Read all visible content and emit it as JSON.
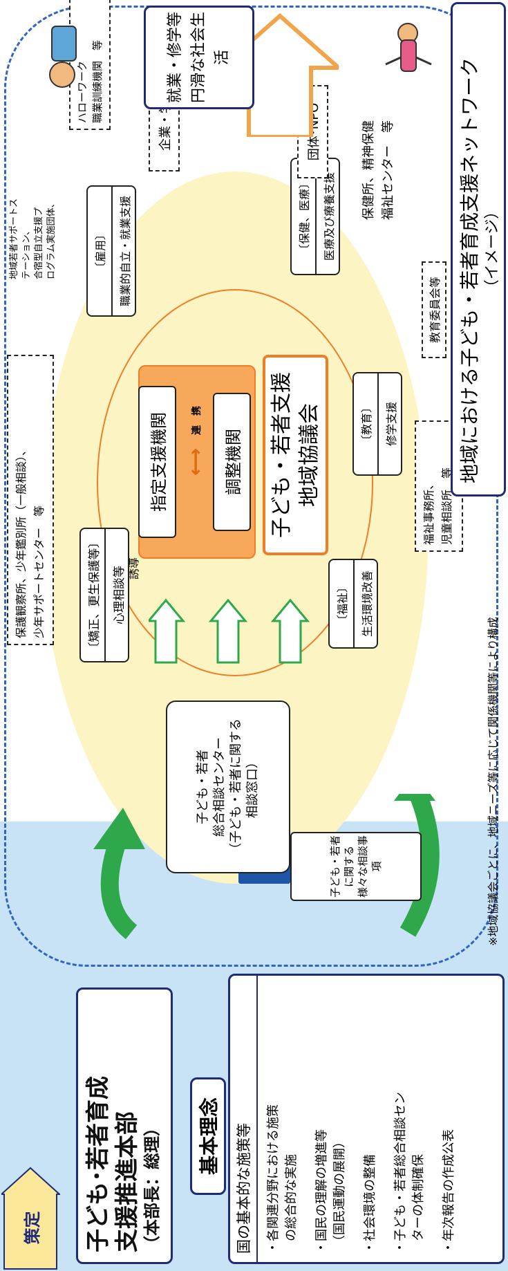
{
  "left_panel": {
    "decide_label": "策定",
    "hq_title": "子ども･若者育成\n支援推進本部",
    "hq_sub": "（本部長：総理）",
    "basic_principle": "基本理念",
    "basic_policy": "国の基本的な施策等",
    "policy_items": [
      "・各関連分野における施策\n　の総合的な実施",
      "・国民の理解の増進等\n　（国民運動の展開）",
      "・社会環境の整備",
      "・子ども・若者総合相談セン\n　ターの体制確保",
      "・年次報告の作成公表"
    ]
  },
  "diagram": {
    "consult_items": "子ども・若者に関する\n様々な相談事項",
    "consult_center": "子ども・若者\n総合相談センター\n（子ども・若者に関する\n相談窓口）",
    "guide": "誘導",
    "core_designated": "指定支援機関",
    "core_link": "連　携",
    "core_coordinating": "調整機関",
    "council": "子ども・若者支援\n地域協議会",
    "welfare_label": "〔福祉〕",
    "welfare_text": "生活環境改善",
    "welfare_org": "福祉事務所、\n児童相談所　等",
    "correction_label": "〔矯正、更生保護等〕",
    "correction_text": "心理相談等",
    "correction_org": "保護観察所、少年鑑別所（一般相談）、\n少年サポートセンター　等",
    "education_label": "〔教育〕",
    "education_text": "修学支援",
    "education_org": "教育委員会等",
    "employment_label": "〔雇用〕",
    "employment_text": "職業的自立・就業支援",
    "employment_org_note": "地域若者サポートス\nテーション、\n合宿型自立支援プ\nログラム実施団体、",
    "employment_org": "ハローワーク\n職業訓練機関　等",
    "health_label": "〔保健、医療〕",
    "health_text": "医療及び療養支援",
    "health_org": "保健所、精神保健\n福祉センター　等",
    "company_school": "企業・学校",
    "group_npo": "団体･NPO",
    "goal": "就業・修学等\n円滑な社会生活",
    "network_title": "地域における子ども・若者育成支援ネットワーク",
    "network_sub": "（イメージ）",
    "note": "※地域協議会ごとに、地域ニーズ等に応じて関係機関等により構成"
  },
  "colors": {
    "navy": "#1f2a78",
    "sky": "#c8e3f6",
    "yellow_ellipse": "#fdf4c4",
    "orange": "#f07e27",
    "orange_fill": "#f7a85a",
    "light_orange": "#fbd3a3",
    "green": "#2ea84a",
    "goal_arrow": "#f2a44b",
    "dashed_blue": "#2f64c8"
  }
}
